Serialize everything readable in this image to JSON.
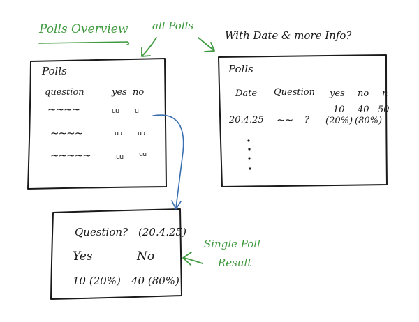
{
  "overview": {
    "heading": "Polls Overview",
    "box_title": "Polls",
    "col_question": "question",
    "col_yes": "yes",
    "col_no": "no"
  },
  "annotations": {
    "all_polls": "all Polls",
    "with_date": "With Date & more Info?",
    "single_poll_line1": "Single Poll",
    "single_poll_line2": "Result"
  },
  "detailed": {
    "box_title": "Polls",
    "col_date": "Date",
    "col_question": "Question",
    "col_yes": "yes",
    "col_no": "no",
    "col_n": "n",
    "counts_yes": "10",
    "counts_no": "40",
    "counts_n": "50",
    "row_date": "20.4.25",
    "row_question_tail": "?",
    "row_yes_pct": "(20%)",
    "row_no_pct": "(80%)"
  },
  "single": {
    "question": "Question?",
    "date": "(20.4.25)",
    "yes_label": "Yes",
    "no_label": "No",
    "yes_value": "10 (20%)",
    "no_value": "40 (80%)"
  },
  "colors": {
    "ink": "#1a1a1a",
    "green": "#3f9a3f",
    "blue": "#3a6fb0"
  }
}
